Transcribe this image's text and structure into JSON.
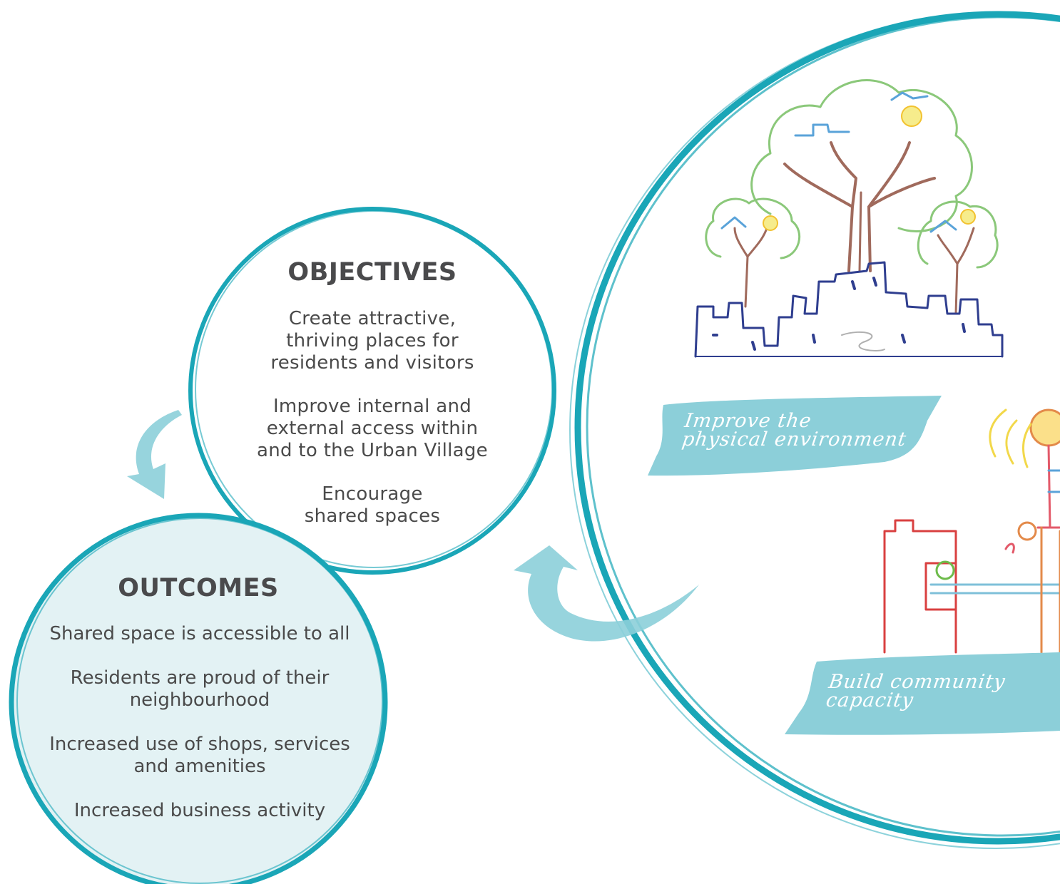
{
  "objectives": {
    "title": "OBJECTIVES",
    "items": [
      "Create attractive,\nthriving places for\nresidents and visitors",
      "Improve internal and\nexternal access within\nand to the Urban Village",
      "Encourage\nshared spaces"
    ]
  },
  "outcomes": {
    "title": "OUTCOMES",
    "items": [
      "Shared space is accessible to all",
      "Residents are proud of their\nneighbourhood",
      "Increased use of shops, services\nand amenities",
      "Increased business activity"
    ]
  },
  "activities": {
    "items": [
      "Improve the\nphysical environment",
      "Build community\ncapacity"
    ]
  },
  "colors": {
    "accent": "#1aa6b7",
    "brush": "#8ccfd9",
    "outcomes_fill": "#e3f2f4",
    "text": "#4a4a4a"
  },
  "icons": {
    "trees_city": "trees-city-illustration",
    "lightbulb_community": "lightbulb-community-illustration",
    "arrows": "cycle-arrow-icon"
  }
}
